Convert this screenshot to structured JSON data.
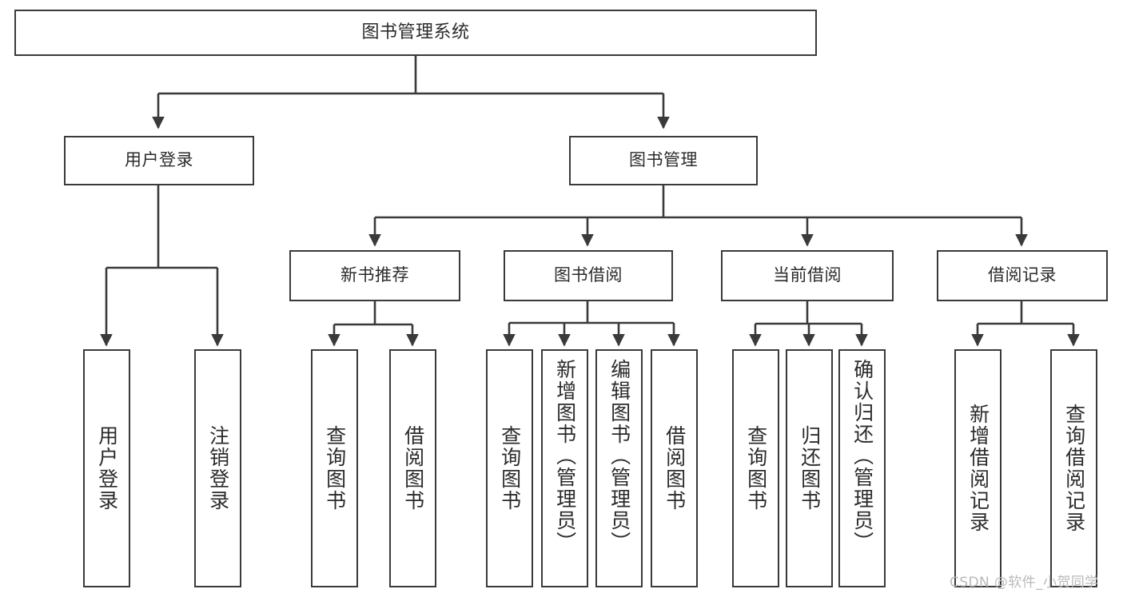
{
  "diagram": {
    "title": "图书管理系统",
    "type": "hierarchy-tree",
    "watermark": "CSDN @软件_小贺同学",
    "colors": {
      "background": "#ffffff",
      "box_border": "#3a3a3a",
      "box_fill": "#ffffff",
      "text": "#2b2b2b",
      "connector": "#3a3a3a",
      "watermark": "#b9b9b9"
    },
    "root": {
      "label": "图书管理系统"
    },
    "level2": [
      {
        "label": "用户登录"
      },
      {
        "label": "图书管理"
      }
    ],
    "level3": [
      {
        "label": "新书推荐"
      },
      {
        "label": "图书借阅"
      },
      {
        "label": "当前借阅"
      },
      {
        "label": "借阅记录"
      }
    ],
    "leaves": {
      "user_login": [
        {
          "label": "用户登录"
        },
        {
          "label": "注销登录"
        }
      ],
      "new_book_recommend": [
        {
          "label": "查询图书"
        },
        {
          "label": "借阅图书"
        }
      ],
      "book_borrow": [
        {
          "label": "查询图书"
        },
        {
          "label": "新增图书（管理员）"
        },
        {
          "label": "编辑图书（管理员）"
        },
        {
          "label": "借阅图书"
        }
      ],
      "current_borrow": [
        {
          "label": "查询图书"
        },
        {
          "label": "归还图书"
        },
        {
          "label": "确认归还（管理员）"
        }
      ],
      "borrow_record": [
        {
          "label": "新增借阅记录"
        },
        {
          "label": "查询借阅记录"
        }
      ]
    }
  }
}
